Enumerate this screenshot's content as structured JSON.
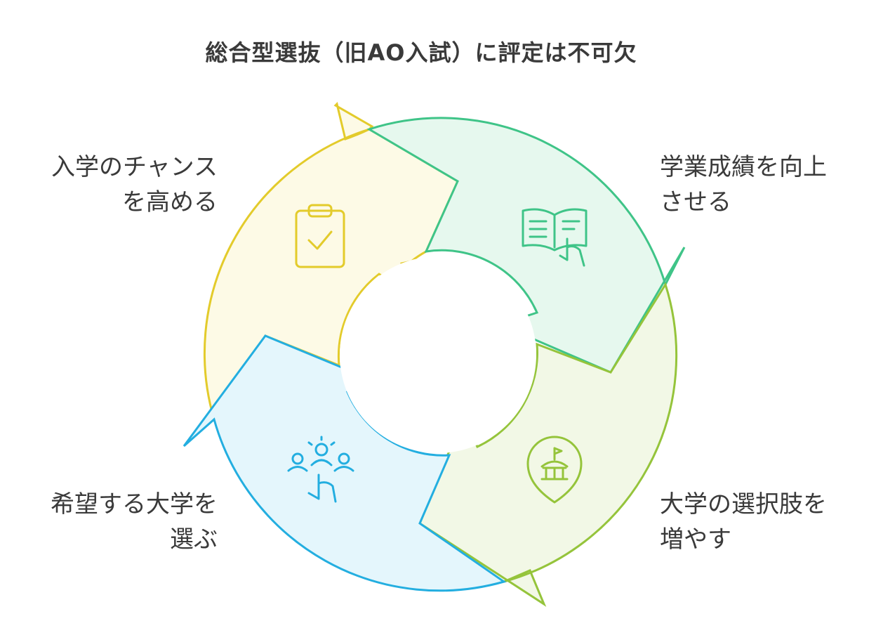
{
  "title": "総合型選抜（旧AO入試）に評定は不可欠",
  "steps": [
    {
      "lines": [
        "入学のチャンス",
        "を高める"
      ],
      "icon": "clipboard-check-icon",
      "color": "#e3cb2b",
      "fill": "#fdfae6"
    },
    {
      "lines": [
        "学業成績を向上",
        "させる"
      ],
      "icon": "open-book-pointer-icon",
      "color": "#3fc488",
      "fill": "#e6f8ee"
    },
    {
      "lines": [
        "大学の選択肢を",
        "増やす"
      ],
      "icon": "university-location-icon",
      "color": "#95c43b",
      "fill": "#f2f8e6"
    },
    {
      "lines": [
        "希望する大学を",
        "選ぶ"
      ],
      "icon": "group-select-icon",
      "color": "#23aee0",
      "fill": "#e4f6fc"
    }
  ]
}
